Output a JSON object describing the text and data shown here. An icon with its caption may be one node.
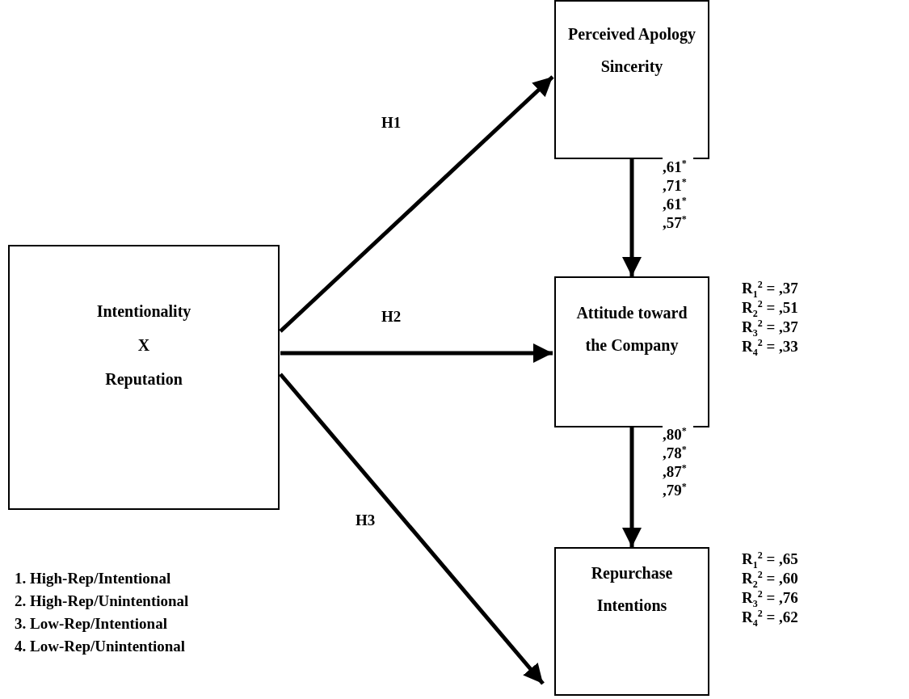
{
  "diagram": {
    "nodes": [
      {
        "text": [
          "Intentionality",
          "X",
          "Reputation"
        ]
      },
      {
        "text": [
          "Perceived Apology Sincerity"
        ]
      },
      {
        "text": [
          "Attitude toward the Company"
        ],
        "beside": [
          "R$_{1}$$^{2}$ = ,37",
          "R$_{2}$$^{2}$ = ,51",
          "R$_{3}$$^{2}$ = ,37",
          "R$_{4}$$^{2}$ = ,33"
        ]
      },
      {
        "text": [
          "Repurchase Intentions"
        ],
        "beside": [
          "R$_{1}$$^{2}$ = ,65",
          "R$_{2}$$^{2}$ = ,60",
          "R$_{3}$$^{2}$ = ,76",
          "R$_{4}$$^{2}$ = ,62"
        ]
      }
    ],
    "edges": [
      {
        "from": 0,
        "to": 1,
        "arrow": "to",
        "label": "H1"
      },
      {
        "from": 0,
        "to": 2,
        "arrow": "to",
        "label": "H2"
      },
      {
        "from": 0,
        "to": 3,
        "arrow": "to",
        "label": "H3"
      },
      {
        "from": 1,
        "to": 2,
        "arrow": "to",
        "label": ",61$^{*}$ ,71$^{*}$ ,61$^{*}$ ,57$^{*}$"
      },
      {
        "from": 2,
        "to": 3,
        "arrow": "to",
        "label": ",80$^{*}$ ,78$^{*}$ ,87$^{*}$ ,79$^{*}$"
      }
    ],
    "labels": [
      "1. High-Rep/Intentional",
      "2. High-Rep/Unintentional",
      "3. Low-Rep/Intentional",
      "4. Low-Rep/Unintentional"
    ]
  }
}
